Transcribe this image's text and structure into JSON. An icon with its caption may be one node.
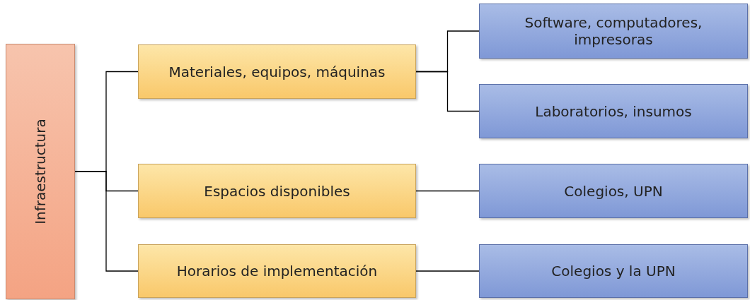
{
  "diagram": {
    "nodes": [
      {
        "text": [
          "Infraestructura"
        ]
      },
      {
        "text": [
          "Materiales, equipos, máquinas"
        ]
      },
      {
        "text": [
          "Espacios disponibles"
        ]
      },
      {
        "text": [
          "Horarios de implementación"
        ]
      },
      {
        "text": [
          "Software, computadores, impresoras"
        ]
      },
      {
        "text": [
          "Laboratorios, insumos"
        ]
      },
      {
        "text": [
          "Colegios, UPN"
        ]
      },
      {
        "text": [
          "Colegios y la UPN"
        ]
      }
    ],
    "edges": [
      {
        "from": 0,
        "to": 1,
        "arrow": "none"
      },
      {
        "from": 0,
        "to": 2,
        "arrow": "none"
      },
      {
        "from": 0,
        "to": 3,
        "arrow": "none"
      },
      {
        "from": 1,
        "to": 4,
        "arrow": "none"
      },
      {
        "from": 1,
        "to": 5,
        "arrow": "none"
      },
      {
        "from": 2,
        "to": 6,
        "arrow": "none"
      },
      {
        "from": 3,
        "to": 7,
        "arrow": "none"
      }
    ]
  }
}
